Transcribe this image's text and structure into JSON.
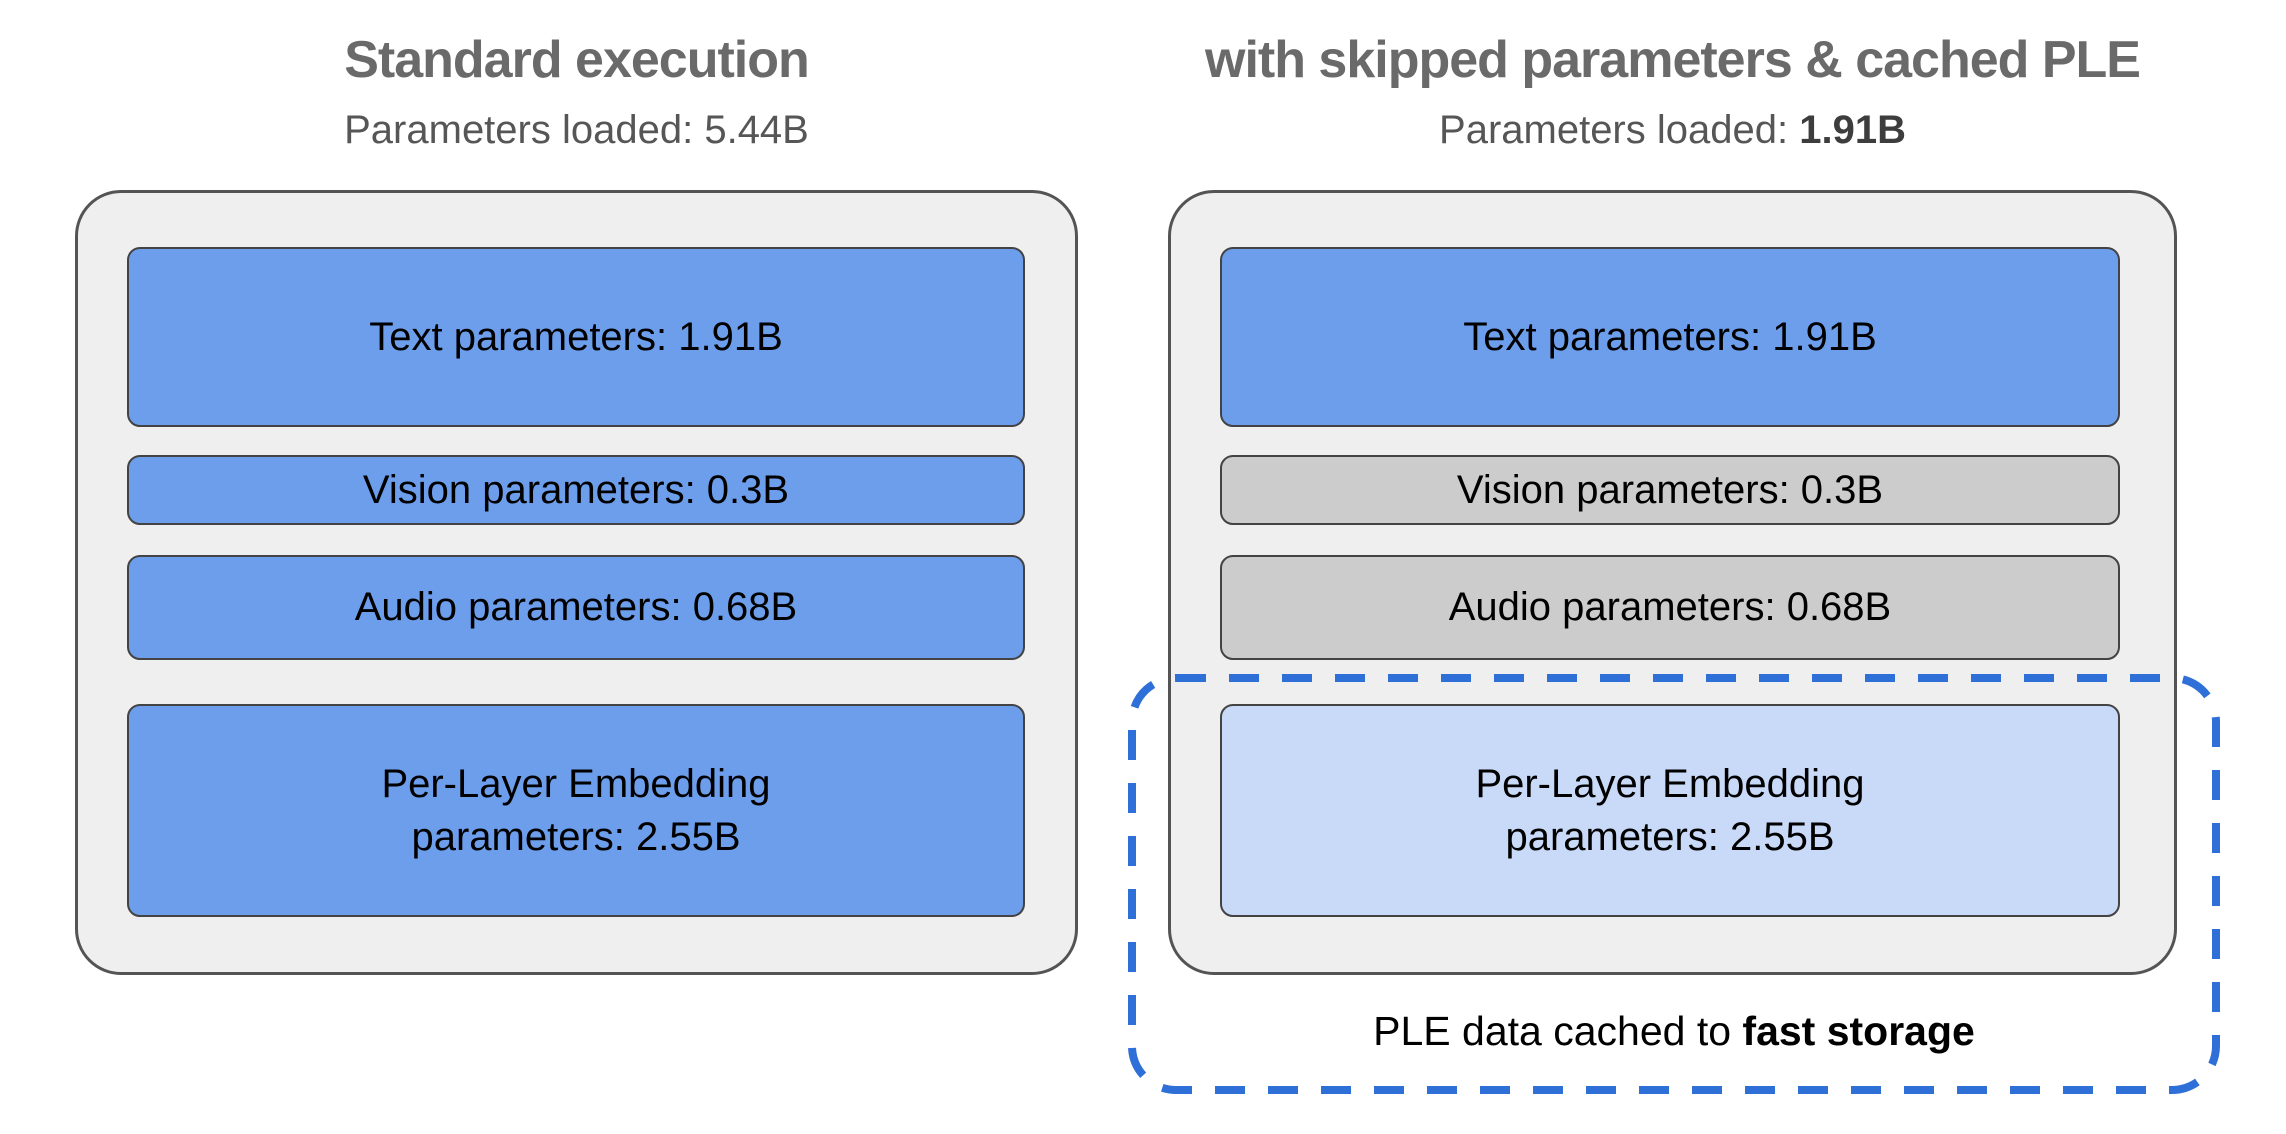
{
  "colors": {
    "box_blue": "#6d9eeb",
    "box_light_blue": "#c9daf8",
    "box_gray": "#cccccc",
    "container_gray": "#efefef",
    "dashed_blue": "#2f6fd8",
    "title_gray": "#6a6a6a",
    "subtitle_gray": "#565656"
  },
  "panels": [
    {
      "title": "Standard execution",
      "subtitle": {
        "label": "Parameters loaded: ",
        "value": "5.44B"
      },
      "boxes": [
        {
          "label": "Text parameters: 1.91B"
        },
        {
          "label": "Vision parameters: 0.3B"
        },
        {
          "label": "Audio parameters: 0.68B"
        },
        {
          "lines": [
            "Per-Layer Embedding",
            "parameters: 2.55B"
          ]
        }
      ]
    },
    {
      "title": "with skipped parameters & cached PLE",
      "subtitle": {
        "label": "Parameters loaded: ",
        "value": "1.91B"
      },
      "boxes": [
        {
          "label": "Text parameters: 1.91B"
        },
        {
          "label": "Vision parameters: 0.3B"
        },
        {
          "label": "Audio parameters: 0.68B"
        },
        {
          "lines": [
            "Per-Layer Embedding",
            "parameters: 2.55B"
          ]
        }
      ],
      "caption": {
        "prefix": "PLE data cached to ",
        "bold": "fast storage"
      }
    }
  ]
}
